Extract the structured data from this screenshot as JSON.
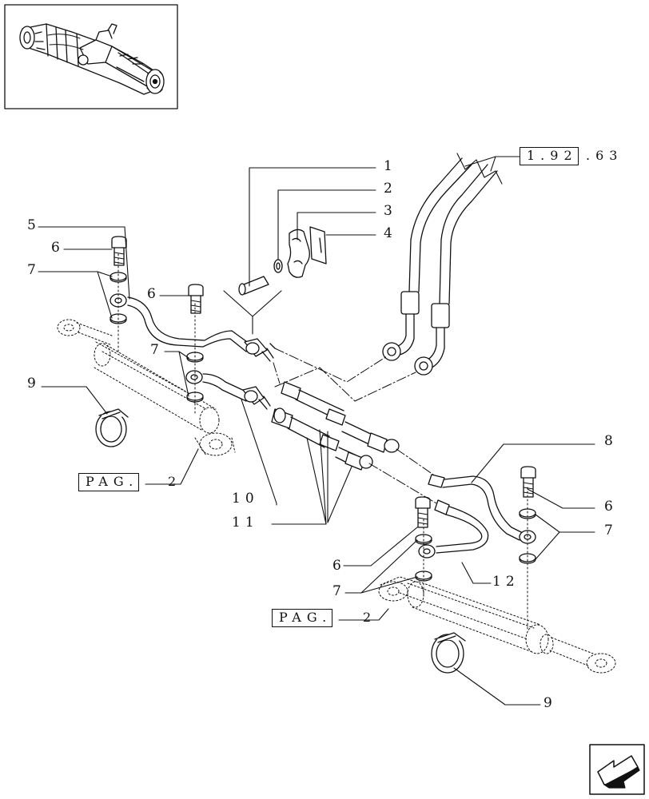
{
  "callouts": {
    "c1": "1",
    "c2": "2",
    "c3": "3",
    "c4": "4",
    "c5": "5",
    "c6a": "6",
    "c7a": "7",
    "c6b": "6",
    "c7b": "7",
    "c9a": "9",
    "c10": "10",
    "c11": "11",
    "c8": "8",
    "c6c": "6",
    "c7c": "7",
    "c6d": "6",
    "c7d": "7",
    "c12": "12",
    "c9b": "9"
  },
  "refs": {
    "top_boxed": "1.92",
    "top_suffix": ".63",
    "pag_left": "PAG.",
    "pag_left_num": "2",
    "pag_right": "PAG.",
    "pag_right_num": "2"
  },
  "icons": {
    "thumbnail": "front-axle-assembly-icon",
    "nav": "next-page-arrow-icon"
  }
}
